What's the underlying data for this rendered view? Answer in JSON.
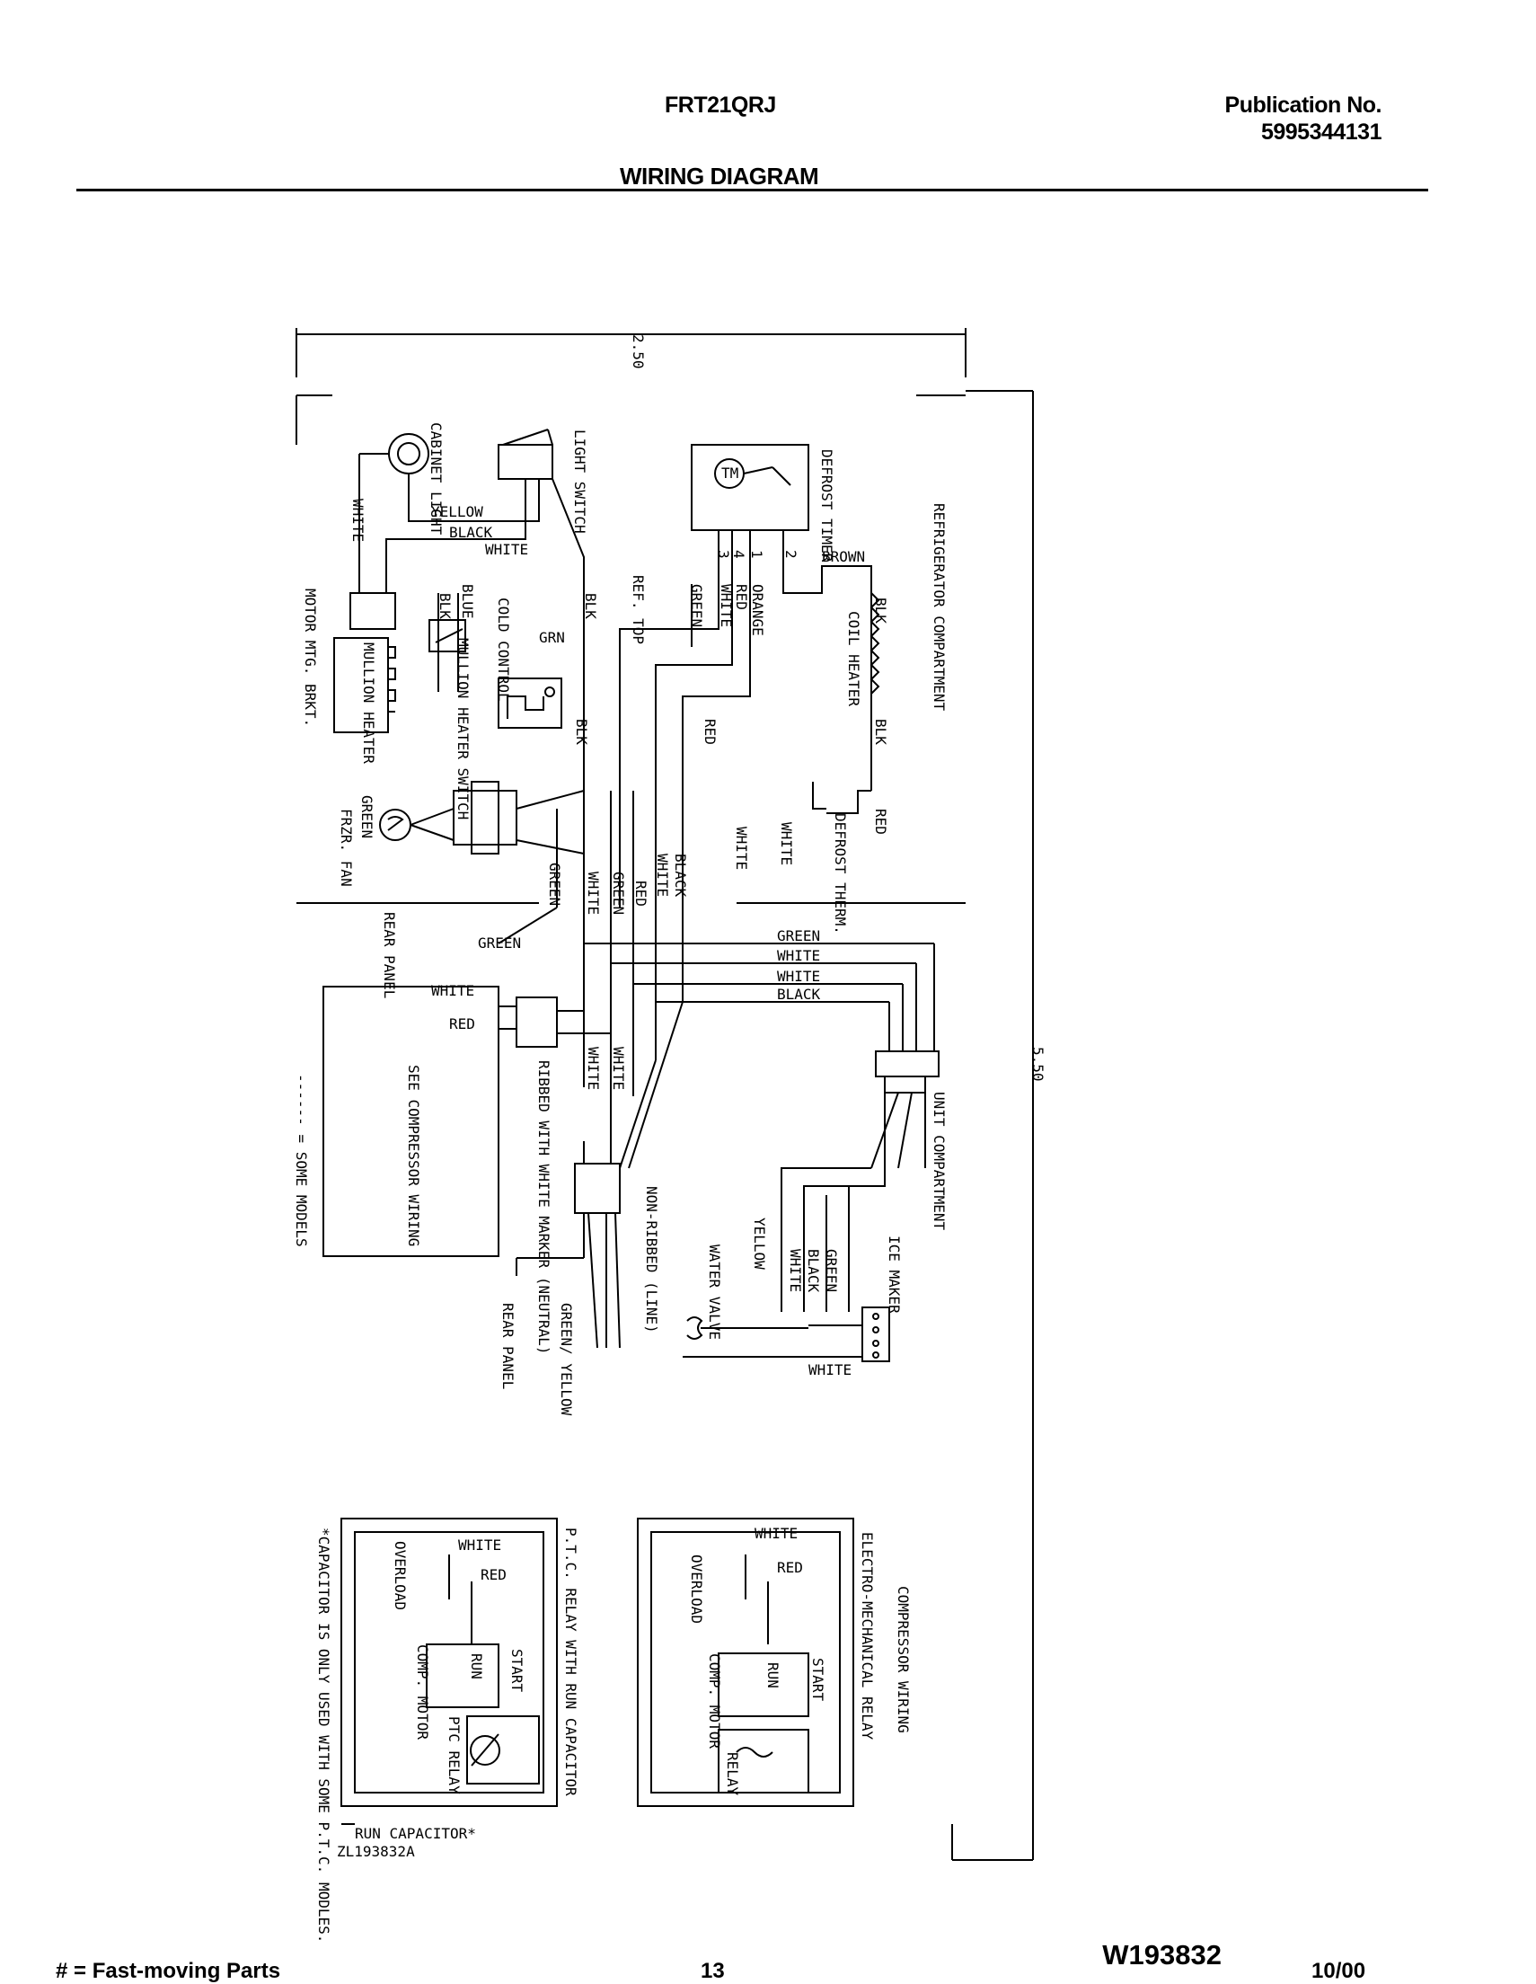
{
  "header": {
    "model": "FRT21QRJ",
    "publication_label": "Publication No.",
    "publication_number": "5995344131",
    "title": "WIRING DIAGRAM"
  },
  "diagram": {
    "dimensions": {
      "width": "2.50",
      "height": "5.50"
    },
    "components": {
      "defrost_timer": "DEFROST TIMER",
      "tm": "TM",
      "light_switch": "LIGHT SWITCH",
      "cabinet_light": "CABINET LIGHT",
      "refrigerator_compartment": "REFRIGERATOR COMPARTMENT",
      "coil_heater": "COIL HEATER",
      "defrost_therm": "DEFROST THERM.",
      "ref_top": "REF. TOP",
      "cold_control": "COLD CONTROL",
      "mullion_heater_switch": "MULLION HEATER SWITCH",
      "mullion_heater": "MULLION HEATER",
      "motor_mtg_brkt": "MOTOR MTG. BRKT.",
      "frzr_fan": "FRZR. FAN",
      "rear_panel": "REAR PANEL",
      "see_compressor_wiring": "SEE COMPRESSOR WIRING",
      "some_models": "------ = SOME MODELS",
      "ribbed_neutral": "RIBBED WITH WHITE MARKER (NEUTRAL)",
      "non_ribbed_line": "NON-RIBBED (LINE)",
      "green_yellow": "GREEN/ YELLOW",
      "unit_compartment": "UNIT COMPARTMENT",
      "ice_maker": "ICE MAKER",
      "water_valve": "WATER VALVE"
    },
    "wire_labels": {
      "yellow": "YELLOW",
      "black": "BLACK",
      "white": "WHITE",
      "brown": "BROWN",
      "blue": "BLUE",
      "blk": "BLK",
      "grn": "GRN",
      "green": "GREEN",
      "orange": "ORANGE",
      "red": "RED",
      "term1": "1",
      "term2": "2",
      "term3": "3",
      "term4": "4"
    },
    "ptc_relay": {
      "title": "P.T.C. RELAY WITH RUN CAPACITOR",
      "white": "WHITE",
      "red": "RED",
      "overload": "OVERLOAD",
      "comp_motor": "COMP. MOTOR",
      "ptc_relay": "PTC RELAY",
      "start": "START",
      "run": "RUN",
      "run_capacitor": "RUN CAPACITOR*",
      "note": "*CAPACITOR IS ONLY USED WITH SOME P.T.C. MODLES.",
      "part_no": "ZL193832A"
    },
    "em_relay": {
      "title": "COMPRESSOR WIRING",
      "subtitle": "ELECTRO-MECHANICAL RELAY",
      "white": "WHITE",
      "red": "RED",
      "overload": "OVERLOAD",
      "comp_motor": "COMP. MOTOR",
      "relay": "RELAY",
      "start": "START",
      "run": "RUN"
    }
  },
  "footer": {
    "drawing_number": "W193832",
    "legend": "# = Fast-moving Parts",
    "page": "13",
    "date": "10/00"
  }
}
